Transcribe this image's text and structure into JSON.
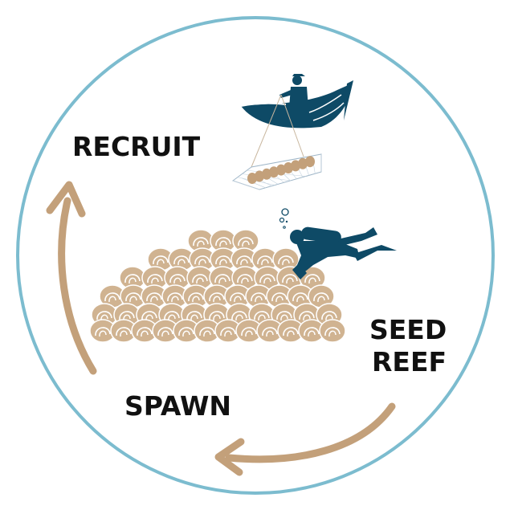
{
  "stages": {
    "recruit": "RECRUIT",
    "seed_reef_line1": "SEED",
    "seed_reef_line2": "REEF",
    "spawn": "SPAWN"
  },
  "colors": {
    "circle": "#7cbccf",
    "arrow": "#c3a07a",
    "shell": "#d0b391",
    "figure": "#0e4a66"
  }
}
